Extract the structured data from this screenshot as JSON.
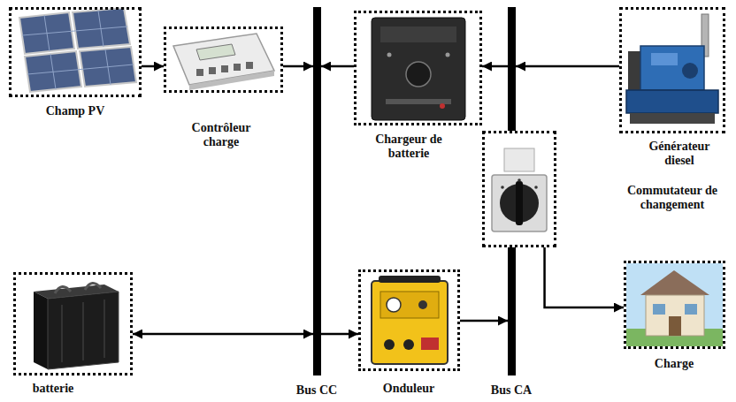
{
  "diagram": {
    "nodes": [
      {
        "text": [
          "Champ PV"
        ]
      },
      {
        "text": [
          "Contrôleur charge"
        ]
      },
      {
        "text": [
          "Bus CC"
        ]
      },
      {
        "text": [
          "Chargeur de batterie"
        ]
      },
      {
        "text": [
          "Bus CA"
        ]
      },
      {
        "text": [
          "Générateur diesel"
        ]
      },
      {
        "text": [
          "Commutateur de changement"
        ]
      },
      {
        "text": [
          "batterie"
        ]
      },
      {
        "text": [
          "Onduleur"
        ]
      },
      {
        "text": [
          "Charge"
        ]
      }
    ],
    "edges": [
      {
        "from": 0,
        "to": 1,
        "arrow": "to"
      },
      {
        "from": 1,
        "to": 2,
        "arrow": "to"
      },
      {
        "from": 3,
        "to": 2,
        "arrow": "to"
      },
      {
        "from": 4,
        "to": 3,
        "arrow": "to"
      },
      {
        "from": 5,
        "to": 4,
        "arrow": "to"
      },
      {
        "from": 7,
        "to": 2,
        "arrow": "both"
      },
      {
        "from": 2,
        "to": 8,
        "arrow": "to"
      },
      {
        "from": 8,
        "to": 4,
        "arrow": "to"
      },
      {
        "from": 6,
        "to": 9,
        "arrow": "to"
      }
    ]
  }
}
